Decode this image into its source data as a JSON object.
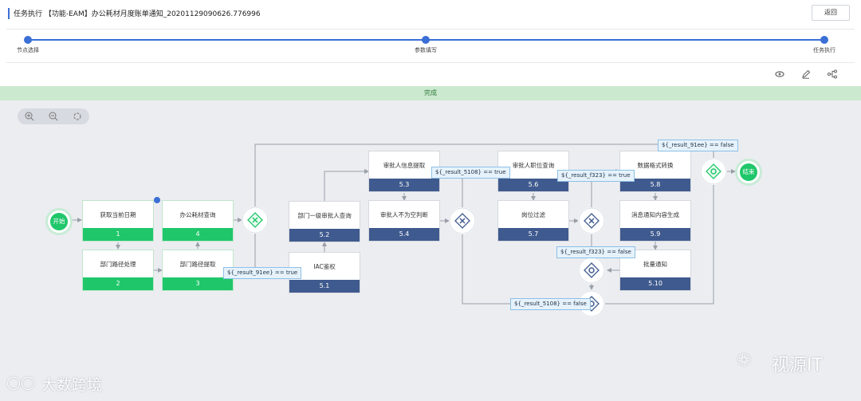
{
  "header": {
    "title": "任务执行 【功能-EAM】办公耗材月度账单通知_20201129090626.776996",
    "back_label": "返回"
  },
  "steps": [
    {
      "label": "节点选择"
    },
    {
      "label": "参数填写"
    },
    {
      "label": "任务执行"
    }
  ],
  "toolbar": {
    "icons": [
      "eye-icon",
      "edit-icon",
      "share-icon"
    ]
  },
  "status": {
    "text": "完成"
  },
  "zoom": {
    "icons": [
      "zoom-in-icon",
      "zoom-out-icon",
      "reset-icon"
    ]
  },
  "flow": {
    "start_label": "开始",
    "end_label": "结束",
    "nodes": {
      "n1": {
        "title": "获取当前日期",
        "id": "1"
      },
      "n2": {
        "title": "部门路径处理",
        "id": "2"
      },
      "n3": {
        "title": "部门路径提取",
        "id": "3"
      },
      "n4": {
        "title": "办公耗材查询",
        "id": "4"
      },
      "n51": {
        "title": "IAC鉴权",
        "id": "5.1"
      },
      "n52": {
        "title": "部门一级审批人查询",
        "id": "5.2"
      },
      "n53": {
        "title": "审批人信息提取",
        "id": "5.3"
      },
      "n54": {
        "title": "审批人不为空判断",
        "id": "5.4"
      },
      "n56": {
        "title": "审批人职位查询",
        "id": "5.6"
      },
      "n57": {
        "title": "岗位过滤",
        "id": "5.7"
      },
      "n58": {
        "title": "数据格式转换",
        "id": "5.8"
      },
      "n59": {
        "title": "消息通知内容生成",
        "id": "5.9"
      },
      "n510": {
        "title": "批量通知",
        "id": "5.10"
      }
    },
    "conditions": {
      "c1": "${_result_91ee} == false",
      "c2": "${_result_5108} == true",
      "c3": "${_result_f323} == true",
      "c4": "${_result_91ee} == true",
      "c5": "${_result_f323} == false",
      "c6": "${_result_5108} == false"
    }
  },
  "watermarks": {
    "left": "大数跨境",
    "right": "视源IT"
  },
  "colors": {
    "accent": "#3b6fd6",
    "success": "#1fc76a",
    "node_id_bar": "#3f5a8e",
    "status_bg": "#cbe9cf"
  }
}
